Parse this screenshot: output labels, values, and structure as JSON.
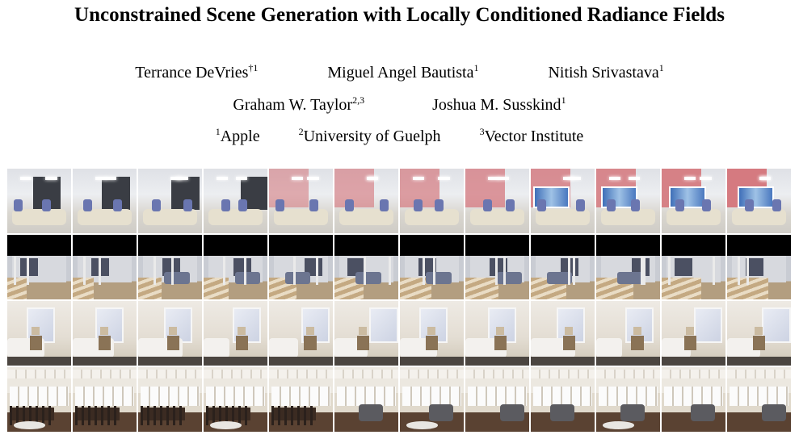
{
  "title": "Unconstrained Scene Generation with Locally Conditioned Radiance Fields",
  "authors_row1": [
    {
      "name": "Terrance DeVries",
      "sup": "†1"
    },
    {
      "name": "Miguel Angel Bautista",
      "sup": "1"
    },
    {
      "name": "Nitish Srivastava",
      "sup": "1"
    }
  ],
  "authors_row2": [
    {
      "name": "Graham W. Taylor",
      "sup": "2,3"
    },
    {
      "name": "Joshua M. Susskind",
      "sup": "1"
    }
  ],
  "affiliations": [
    {
      "sup": "1",
      "name": "Apple"
    },
    {
      "sup": "2",
      "name": "University of Guelph"
    },
    {
      "sup": "3",
      "name": "Vector Institute"
    }
  ],
  "figure": {
    "rows": 4,
    "columns": 12,
    "row_scenes": [
      "office-meeting-room",
      "dark-room-with-stairs",
      "bedroom",
      "dining-living-room"
    ]
  }
}
